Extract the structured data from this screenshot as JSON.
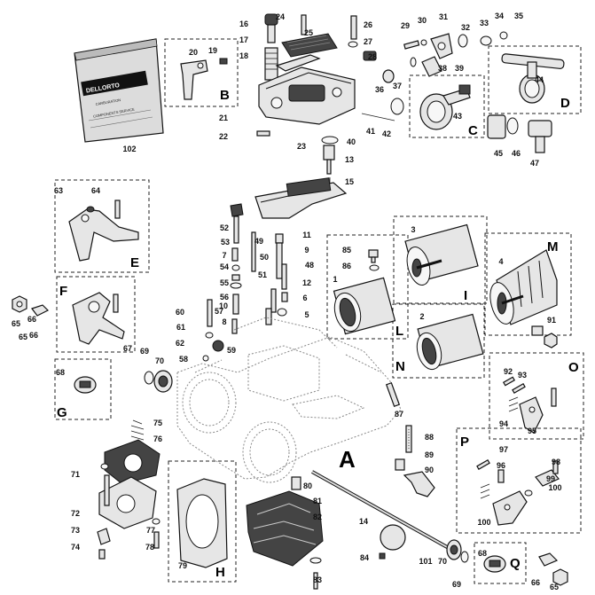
{
  "packet": {
    "brand": "DELLORTO",
    "line1": "CARBURATION",
    "line2": "COMPONENTS SERVICE"
  },
  "groups": {
    "A": "A",
    "B": "B",
    "C": "C",
    "D": "D",
    "E": "E",
    "F": "F",
    "G": "G",
    "H": "H",
    "I": "I",
    "L": "L",
    "M": "M",
    "N": "N",
    "O": "O",
    "P": "P",
    "Q": "Q"
  },
  "labels": [
    "1",
    "2",
    "3",
    "4",
    "5",
    "6",
    "7",
    "8",
    "9",
    "10",
    "11",
    "12",
    "13",
    "14",
    "15",
    "16",
    "17",
    "18",
    "19",
    "20",
    "21",
    "22",
    "23",
    "24",
    "25",
    "26",
    "27",
    "28",
    "29",
    "30",
    "31",
    "32",
    "33",
    "34",
    "35",
    "36",
    "37",
    "38",
    "39",
    "40",
    "41",
    "42",
    "43",
    "44",
    "45",
    "46",
    "47",
    "48",
    "49",
    "50",
    "51",
    "52",
    "53",
    "54",
    "55",
    "56",
    "57",
    "58",
    "59",
    "60",
    "61",
    "62",
    "63",
    "64",
    "65",
    "66",
    "67",
    "68",
    "69",
    "70",
    "71",
    "72",
    "73",
    "74",
    "75",
    "76",
    "77",
    "78",
    "79",
    "80",
    "81",
    "82",
    "83",
    "84",
    "85",
    "86",
    "87",
    "88",
    "89",
    "90",
    "91",
    "92",
    "93",
    "94",
    "95",
    "96",
    "97",
    "98",
    "99",
    "100",
    "101",
    "102"
  ]
}
